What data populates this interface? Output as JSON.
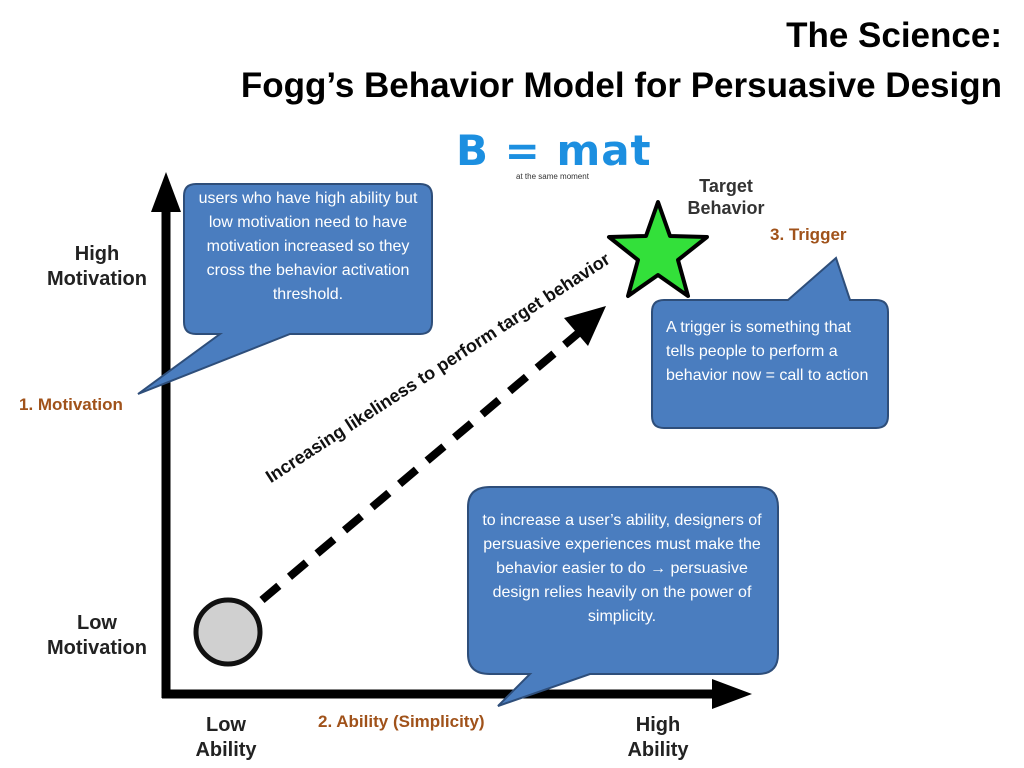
{
  "title": {
    "line1": "The Science:",
    "line2": "Fogg’s Behavior Model for Persuasive Design"
  },
  "formula": {
    "text": "B = mat",
    "note": "at the same moment",
    "color": "#1c8fe0"
  },
  "axes": {
    "y_high": "High Motivation",
    "y_low": "Low Motivation",
    "x_low": "Low Ability",
    "x_high": "High Ability"
  },
  "diagonal_label": "Increasing likeliness to perform target behavior",
  "target": {
    "label": "Target Behavior",
    "star_color": "#33e03a"
  },
  "factors": {
    "motivation": "1. Motivation",
    "ability": "2. Ability (Simplicity)",
    "trigger": "3. Trigger",
    "color": "#a0521a"
  },
  "callouts": {
    "motivation": "users who have high ability but low motivation need to have motivation increased so they cross the behavior  activation threshold.",
    "trigger": "A trigger is something that tells people to perform a behavior  now = call to action",
    "ability": "to increase a user’s ability, designers  of persuasive experiences must make the behavior easier  to do → persuasive design relies heavily on the power of simplicity.",
    "fill": "#4a7dbf",
    "border": "#2e4e7a"
  }
}
